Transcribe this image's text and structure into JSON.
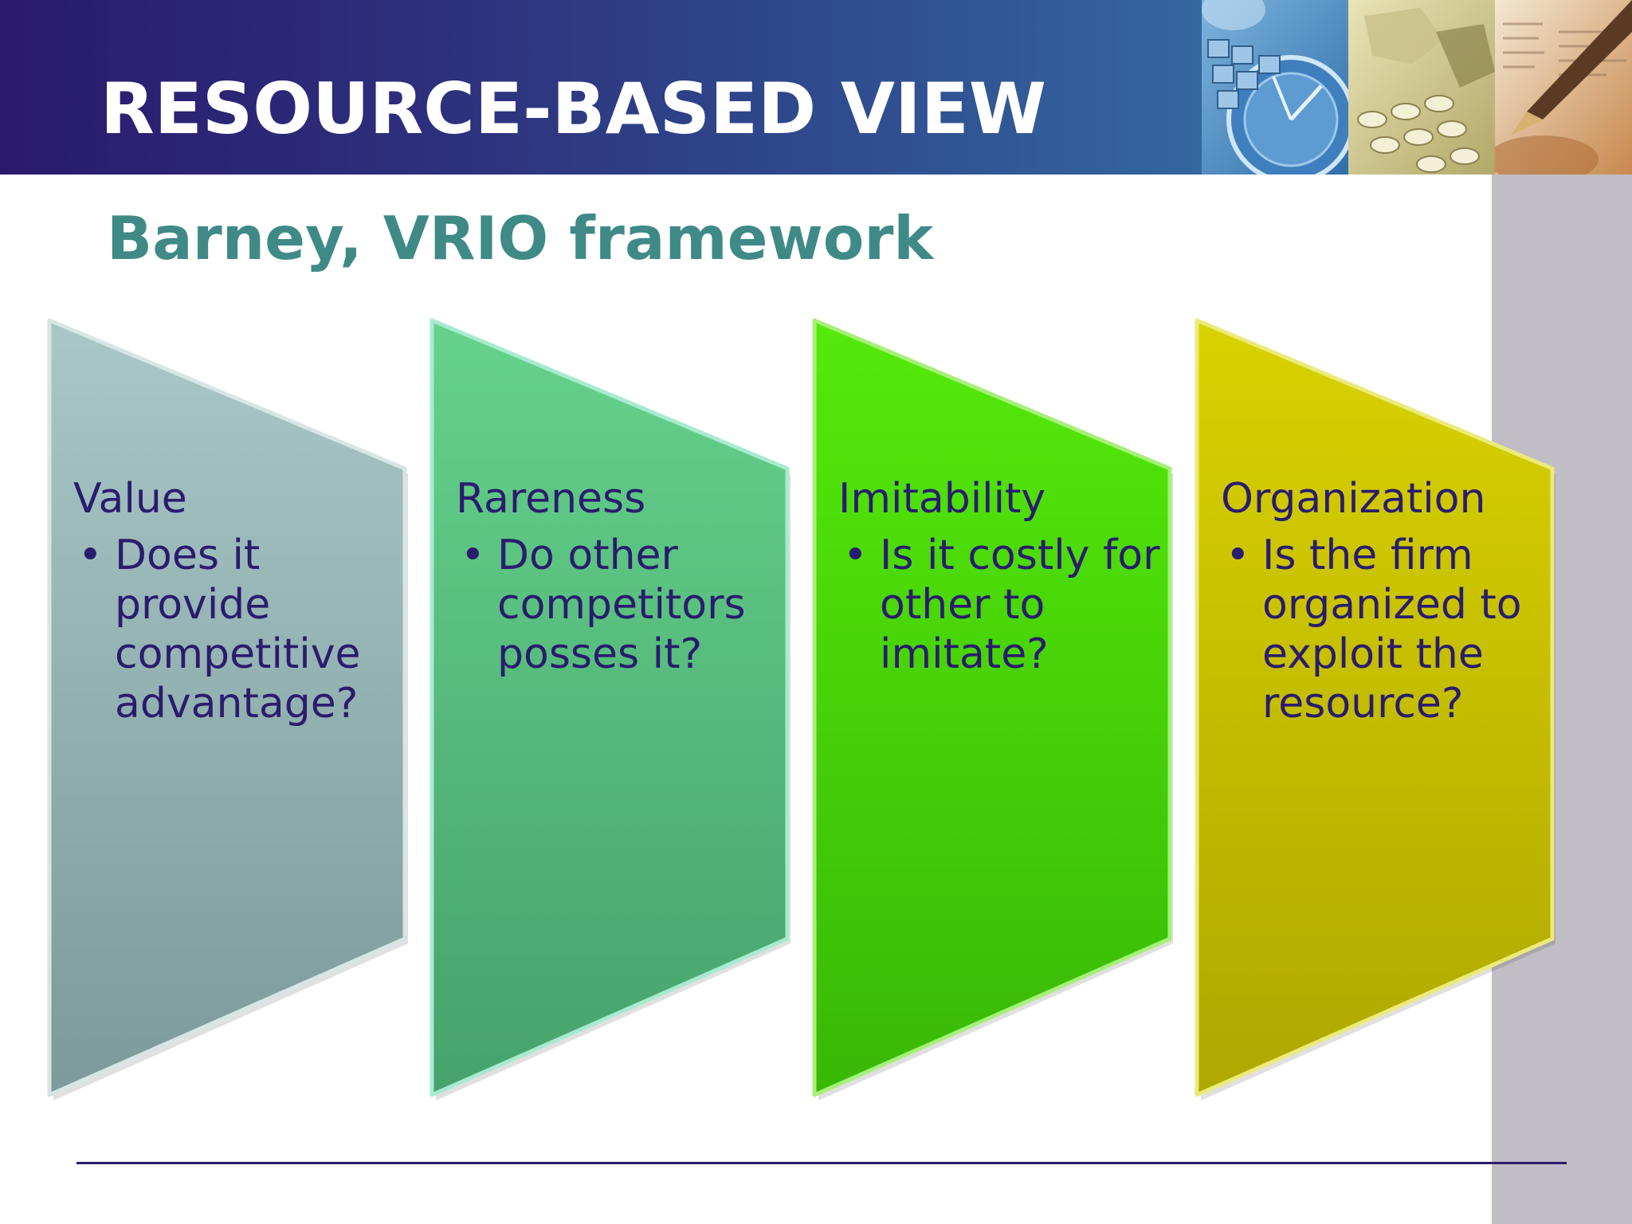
{
  "slide": {
    "title": "RESOURCE-BASED VIEW",
    "subtitle": "Barney, VRIO framework"
  },
  "colors": {
    "header_start": "#2a1a6e",
    "header_end": "#34679f",
    "subtitle": "#3f8a87",
    "panel_text": "#2a1c6e",
    "side_strip": "#c0bec4"
  },
  "header_images": [
    "clock-keyboard-photo",
    "calculator-map-photo",
    "pen-newspaper-photo"
  ],
  "panels": [
    {
      "heading": "Value",
      "bullet": "Does it provide competitive advantage?",
      "color_top": "#a9c7c6",
      "color_bottom": "#7d9a9b"
    },
    {
      "heading": "Rareness",
      "bullet": "Do other competitors posses it?",
      "color_top": "#66d28b",
      "color_bottom": "#45a26c"
    },
    {
      "heading": "Imitability",
      "bullet": "Is it costly for other to imitate?",
      "color_top": "#55ea0a",
      "color_bottom": "#38b806"
    },
    {
      "heading": "Organization",
      "bullet": "Is the firm organized to exploit the resource?",
      "color_top": "#d9d200",
      "color_bottom": "#aea800"
    }
  ]
}
